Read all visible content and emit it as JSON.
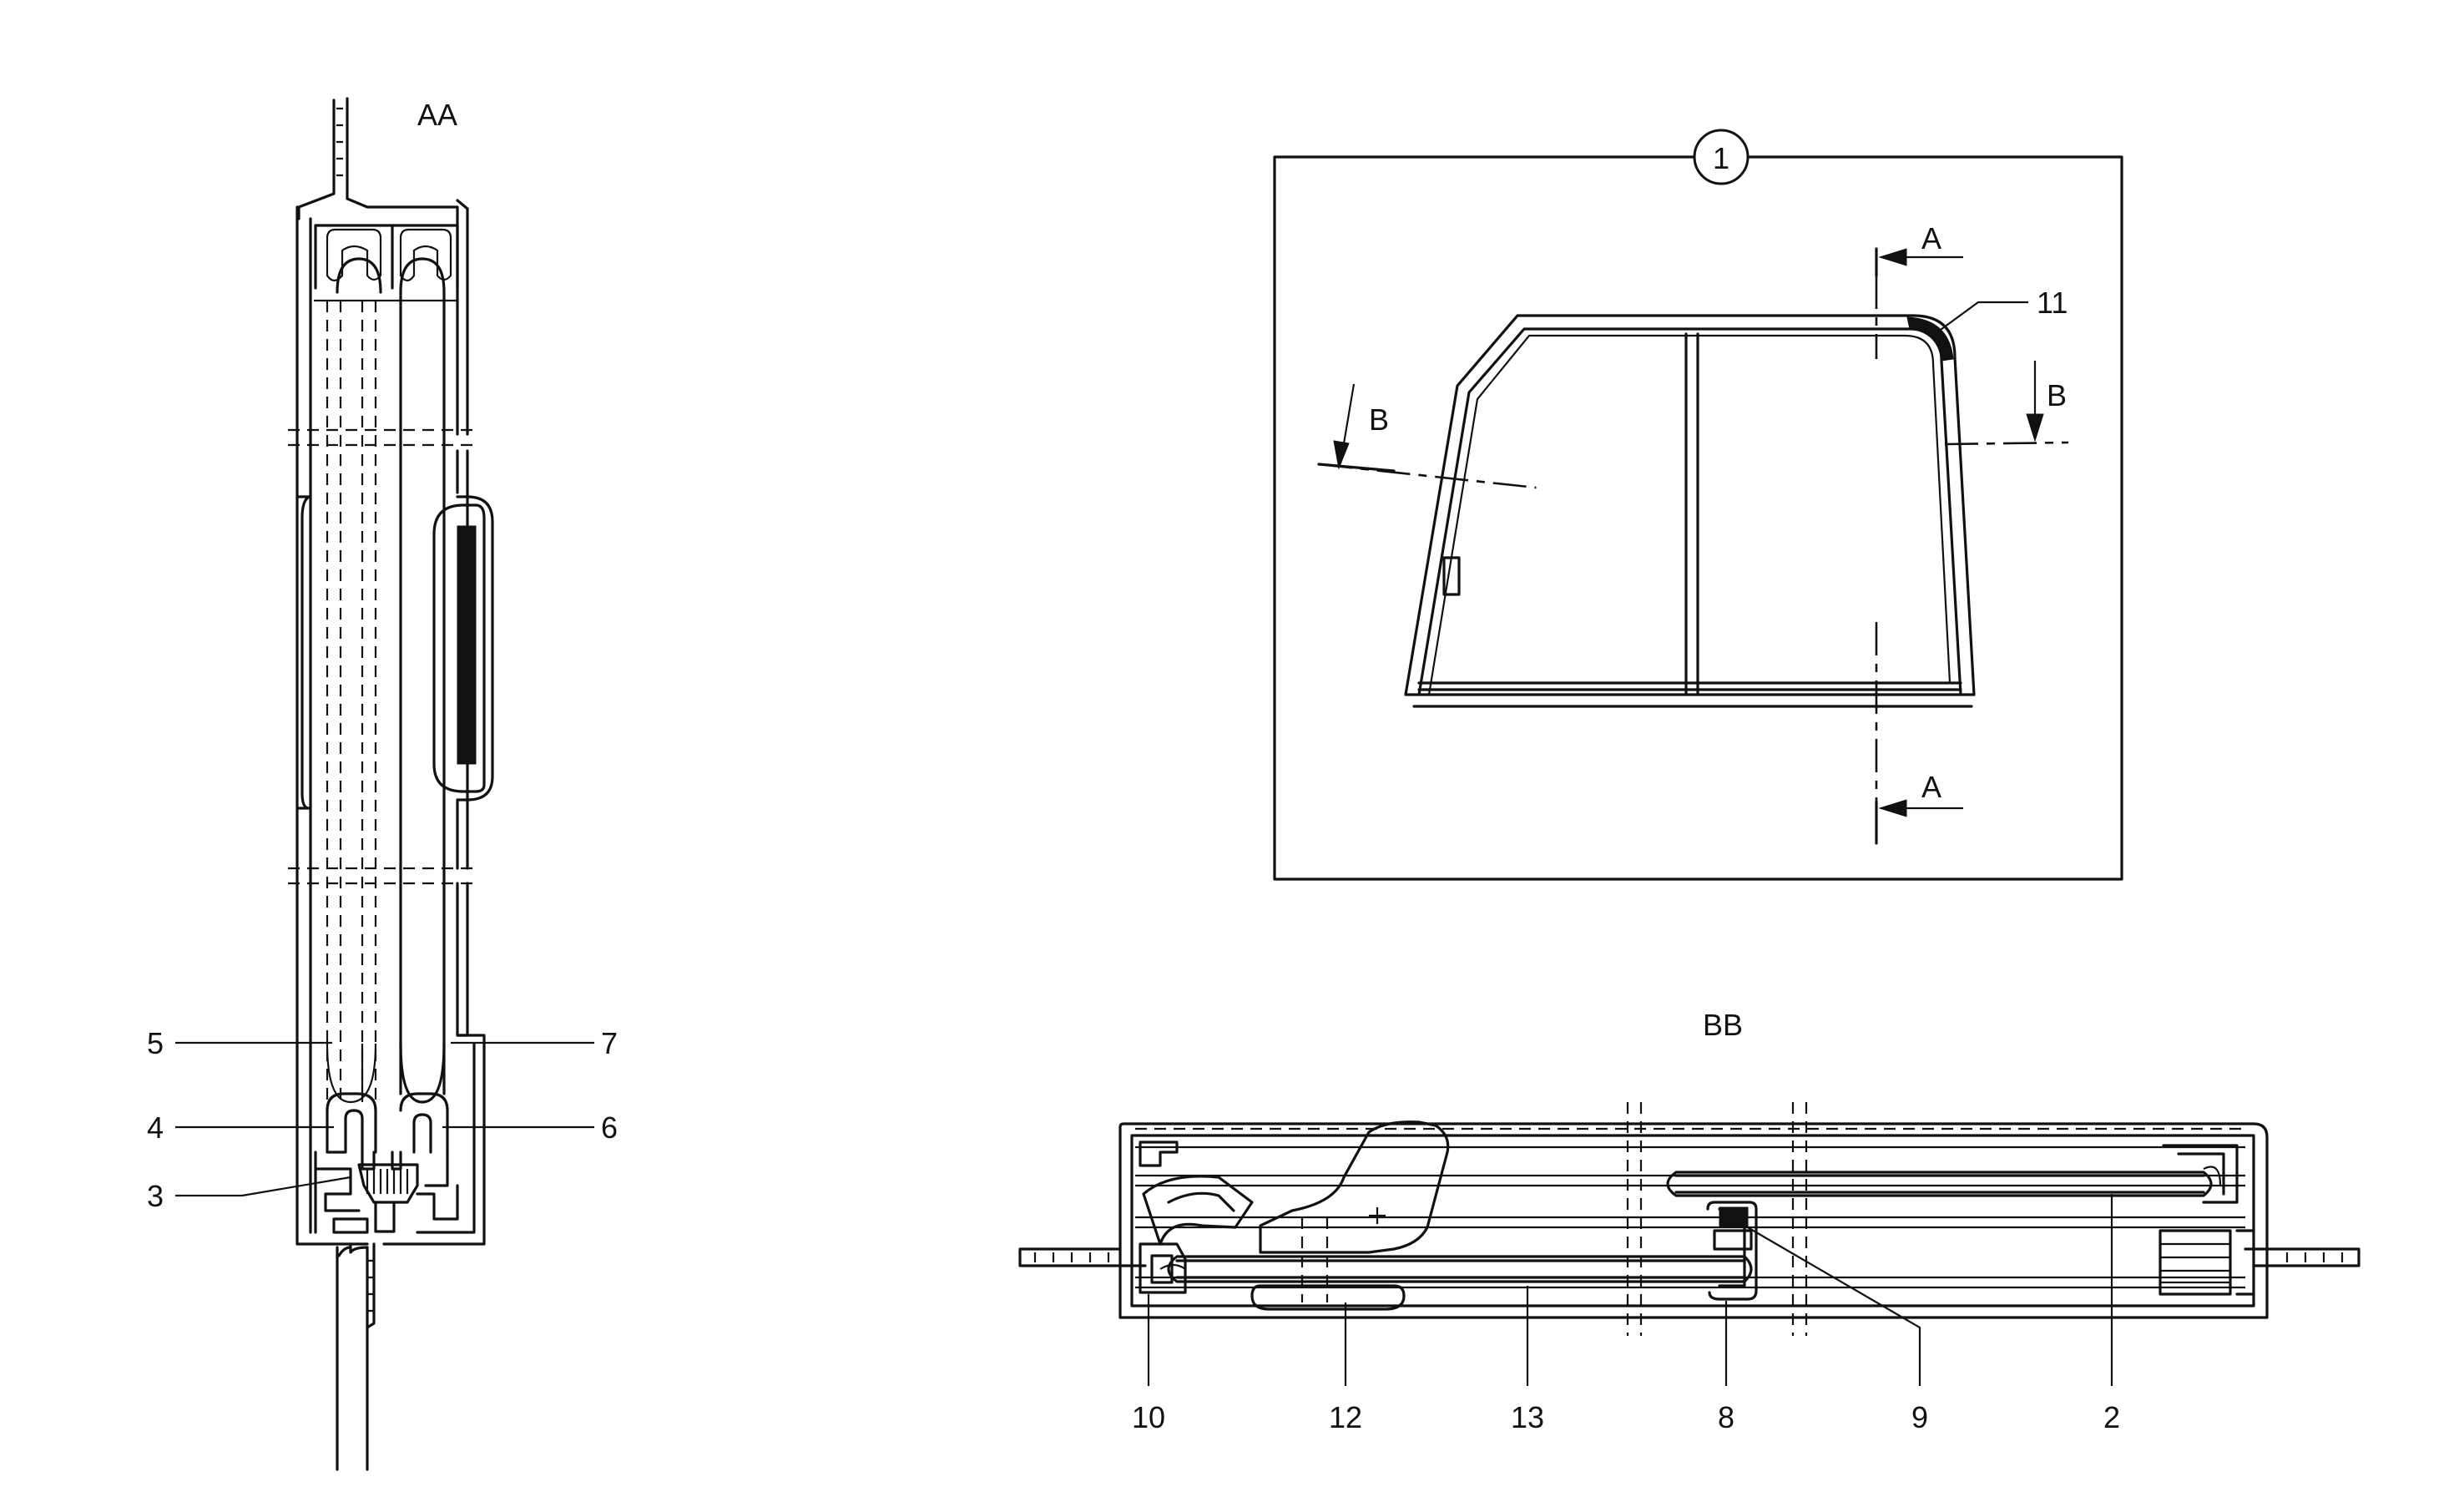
{
  "views": {
    "aa": {
      "title": "AA"
    },
    "overview": {
      "ref_number": "1",
      "section_a_top": "A",
      "section_a_bottom": "A",
      "section_b_left": "B",
      "section_b_right": "B"
    },
    "bb": {
      "title": "BB"
    }
  },
  "callouts": {
    "c2": "2",
    "c3": "3",
    "c4": "4",
    "c5": "5",
    "c6": "6",
    "c7": "7",
    "c8": "8",
    "c9": "9",
    "c10": "10",
    "c11": "11",
    "c12": "12",
    "c13": "13"
  }
}
